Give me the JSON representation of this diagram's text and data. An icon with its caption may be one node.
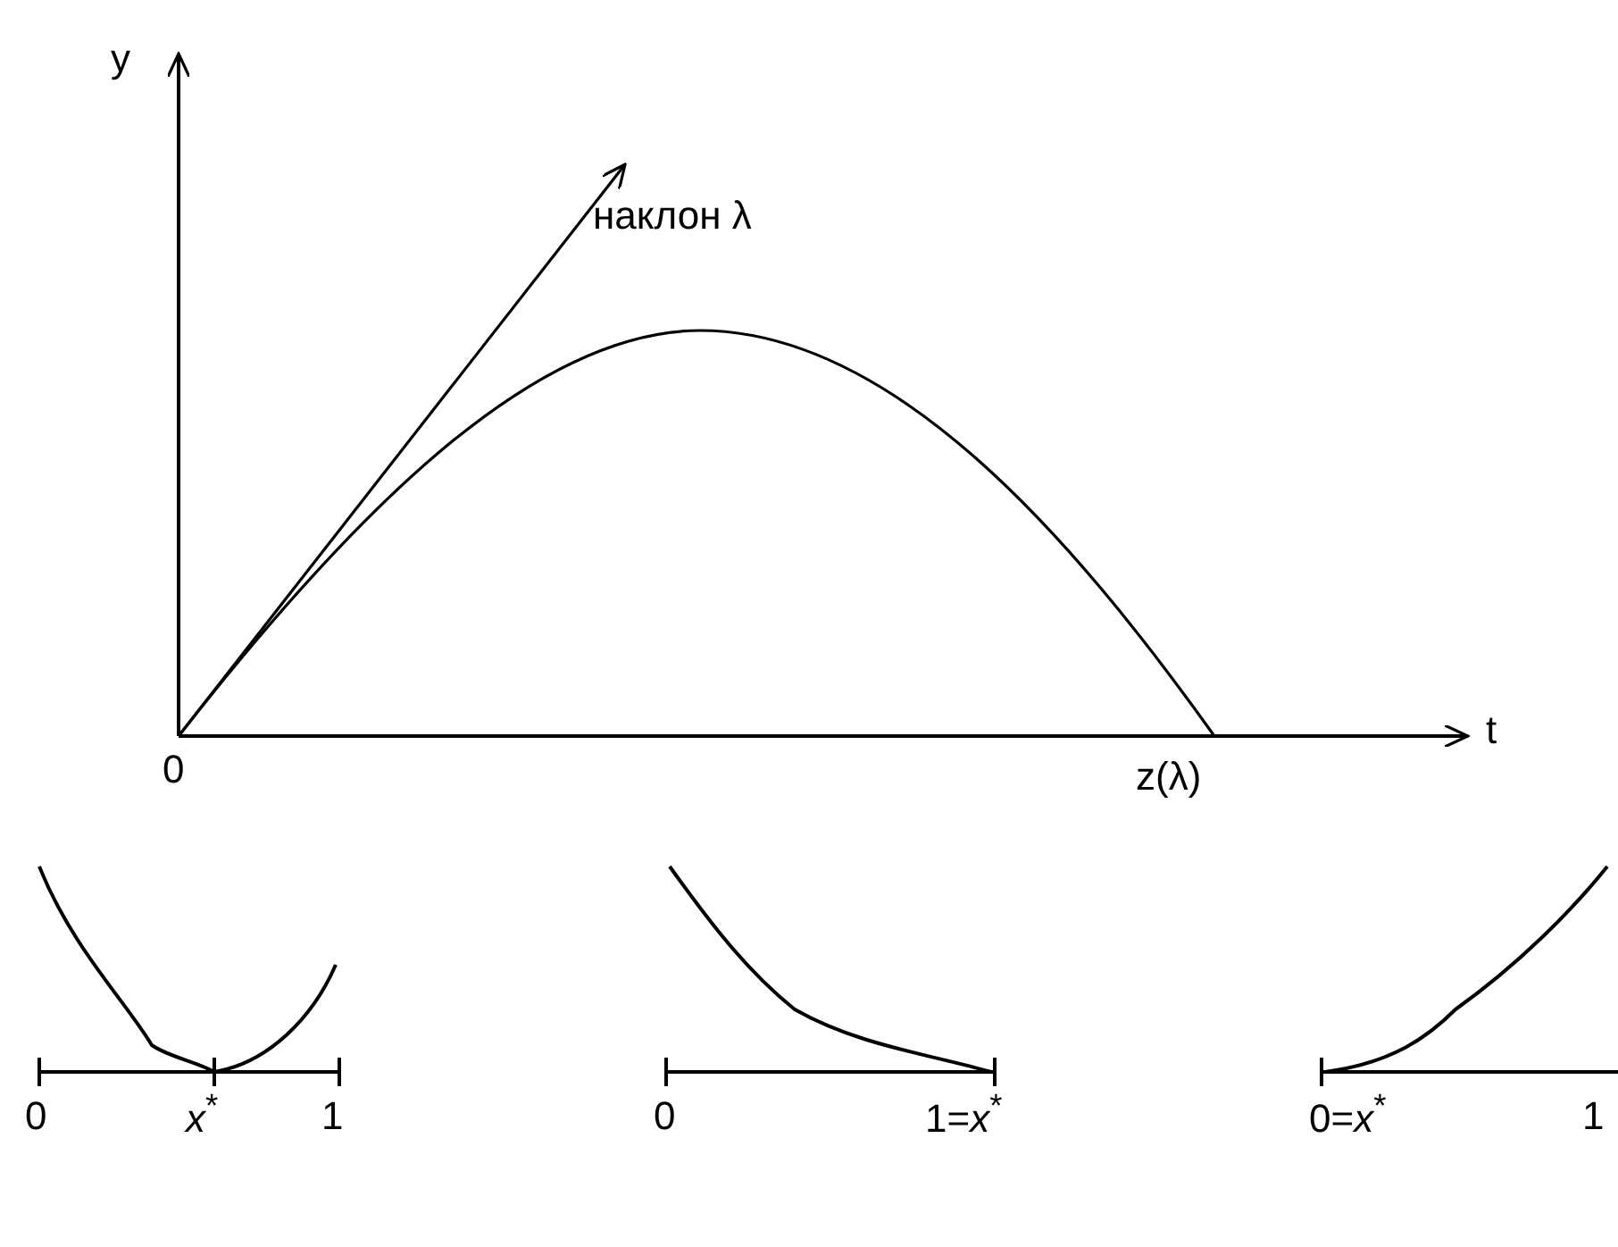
{
  "diagram": {
    "labels": [
      "y",
      "наклон λ",
      "t",
      "0",
      "z(λ)",
      "0",
      "*x*$^{*}$",
      "1",
      "0",
      "1=*x*$^{*}$",
      "0=*x*$^{*}$",
      "1"
    ]
  }
}
